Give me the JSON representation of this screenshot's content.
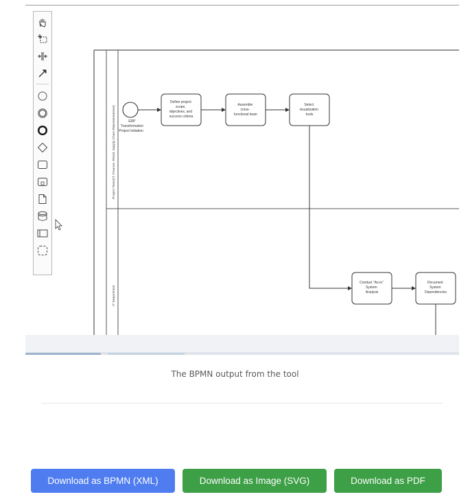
{
  "diagram": {
    "pool_lane_1": "Project Team(IT, Finance, Retail, Supply Chain Representatives)",
    "pool_lane_2": "IT Department",
    "start_event": "ERP Transformation Project Initiation",
    "tasks": {
      "define": "Define project scope, objectives, and success criteria",
      "assemble": "Assemble cross-functional team",
      "select": "Select visualization tools",
      "conduct": "Conduct \"As-is\" System Analysis",
      "document": "Document System Dependencies"
    }
  },
  "caption": "The BPMN output from the tool",
  "buttons": {
    "download_xml": "Download as BPMN (XML)",
    "download_svg": "Download as Image (SVG)",
    "download_pdf": "Download as PDF"
  },
  "colors": {
    "blue_button": "#4f7df0",
    "green_button": "#3d9f46"
  },
  "palette_icons": [
    "hand-tool-icon",
    "lasso-tool-icon",
    "space-tool-icon",
    "connect-tool-icon",
    "start-event-icon",
    "intermediate-event-icon",
    "end-event-icon",
    "gateway-icon",
    "task-icon",
    "subprocess-icon",
    "data-object-icon",
    "data-store-icon",
    "pool-icon",
    "group-icon"
  ]
}
